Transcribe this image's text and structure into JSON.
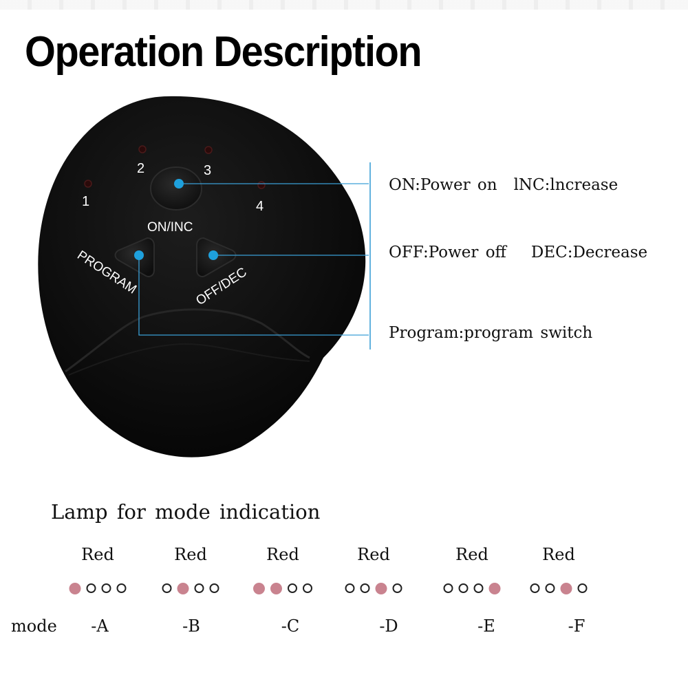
{
  "title": "Operation Description",
  "device": {
    "indicator_numbers": [
      "1",
      "2",
      "3",
      "4"
    ],
    "button_labels": {
      "on_inc": "ON/INC",
      "program": "PROGRAM",
      "off_dec": "OFF/DEC"
    }
  },
  "callouts": [
    {
      "left": "ON:Power  on",
      "right": "lNC:lncrease"
    },
    {
      "left": "OFF:Power  off",
      "right": "DEC:Decrease"
    },
    {
      "left": "Program:program  switch",
      "right": ""
    }
  ],
  "lamp_section": {
    "heading": "Lamp  for mode  indication",
    "mode_word": "mode",
    "lamp_on_color": "#c9838f",
    "modes": [
      {
        "color_label": "Red",
        "name": "-A",
        "lamps": [
          1,
          0,
          0,
          0
        ]
      },
      {
        "color_label": "Red",
        "name": "-B",
        "lamps": [
          0,
          1,
          0,
          0
        ]
      },
      {
        "color_label": "Red",
        "name": "-C",
        "lamps": [
          1,
          1,
          0,
          0
        ]
      },
      {
        "color_label": "Red",
        "name": "-D",
        "lamps": [
          0,
          0,
          1,
          0
        ]
      },
      {
        "color_label": "Red",
        "name": "-E",
        "lamps": [
          0,
          0,
          0,
          1
        ]
      },
      {
        "color_label": "Red",
        "name": "-F",
        "lamps": [
          0,
          0,
          1,
          0
        ]
      }
    ]
  },
  "colors": {
    "accent_dot": "#1ea0dc",
    "callout_line": "#3a9fd6",
    "device_body": "#0b0b0b"
  }
}
